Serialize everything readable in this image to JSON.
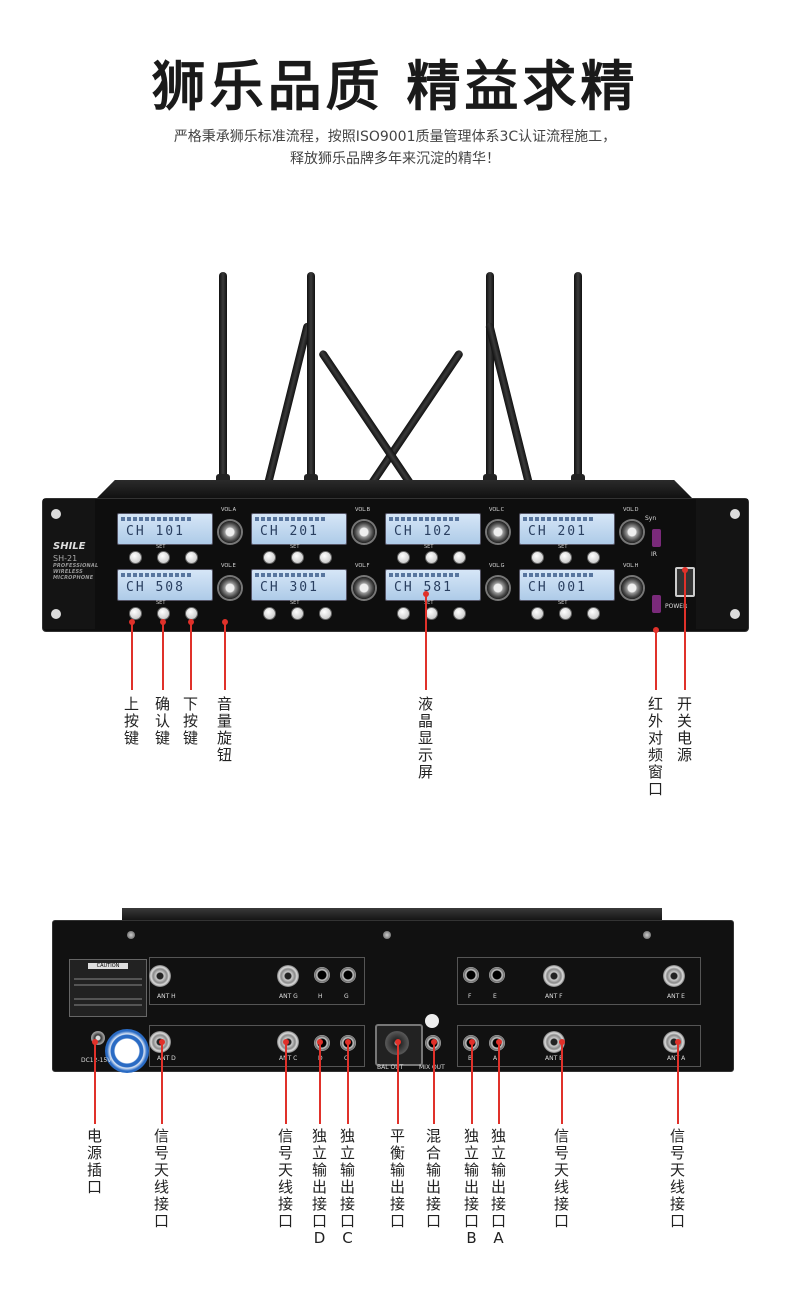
{
  "header": {
    "title": "狮乐品质 精益求精",
    "subtitle_line1": "严格秉承狮乐标准流程，按照ISO9001质量管理体系3C认证流程施工，",
    "subtitle_line2": "释放狮乐品牌多年来沉淀的精华！"
  },
  "front_panel": {
    "brand": "SHILE",
    "model": "SH-21",
    "tagline1": "PROFESSIONAL",
    "tagline2": "WIRELESS MICROPHONE",
    "power_label": "POWER",
    "sync_label": "Syn",
    "ir_label": "IR",
    "button_set": "SET",
    "modules": [
      {
        "ch": "CH 101",
        "vol": "VOL.A"
      },
      {
        "ch": "CH 201",
        "vol": "VOL.B"
      },
      {
        "ch": "CH 102",
        "vol": "VOL.C"
      },
      {
        "ch": "CH 201",
        "vol": "VOL.D"
      },
      {
        "ch": "CH 508",
        "vol": "VOL.E"
      },
      {
        "ch": "CH 301",
        "vol": "VOL.F"
      },
      {
        "ch": "CH 581",
        "vol": "VOL.G"
      },
      {
        "ch": "CH 001",
        "vol": "VOL.H"
      }
    ],
    "callouts": [
      {
        "text": "上按键"
      },
      {
        "text": "确认键"
      },
      {
        "text": "下按键"
      },
      {
        "text": "音量旋钮"
      },
      {
        "text": "液晶显示屏"
      },
      {
        "text": "红外对频窗口"
      },
      {
        "text": "开关电源"
      }
    ]
  },
  "rear_panel": {
    "caution_label": "CAUTION",
    "dc_label": "DC12-15V",
    "bal_out": "BAL OUT",
    "mix_out": "MIX OUT",
    "upper_labels": [
      "ANT H",
      "ANT G",
      "H",
      "G",
      "F",
      "E",
      "ANT F",
      "ANT E"
    ],
    "lower_labels": [
      "ANT D",
      "ANT C",
      "D",
      "C",
      "B",
      "A",
      "ANT B",
      "ANT A"
    ],
    "callouts": [
      {
        "text": "电源插口"
      },
      {
        "text": "信号天线接口"
      },
      {
        "text": "信号天线接口"
      },
      {
        "text": "独立输出接口D"
      },
      {
        "text": "独立输出接口C"
      },
      {
        "text": "平衡输出接口"
      },
      {
        "text": "混合输出接口"
      },
      {
        "text": "独立输出接口B"
      },
      {
        "text": "独立输出接口A"
      },
      {
        "text": "信号天线接口"
      },
      {
        "text": "信号天线接口"
      }
    ]
  }
}
